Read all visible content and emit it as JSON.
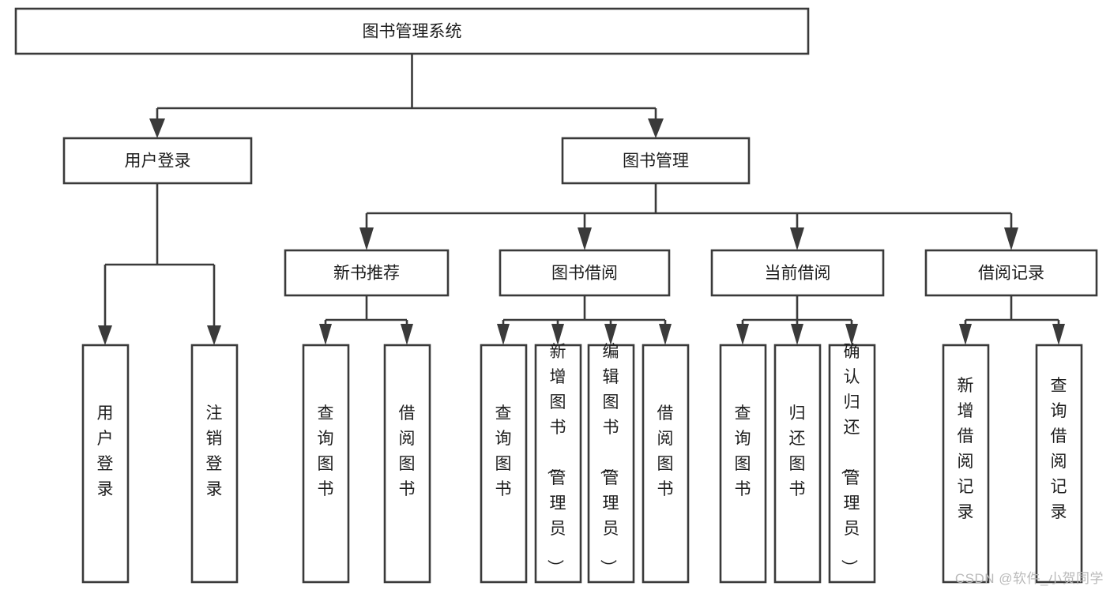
{
  "diagram": {
    "title": "图书管理系统",
    "type": "tree",
    "watermark": "CSDN @软件_小贺同学",
    "colors": {
      "stroke": "#3a3a3a",
      "box_fill": "#ffffff",
      "text": "#1d1d1d",
      "background": "#ffffff",
      "watermark": "#b9b9b9"
    },
    "root": {
      "label": "图书管理系统",
      "orientation": "horizontal"
    },
    "level2": [
      {
        "label": "用户登录",
        "orientation": "horizontal"
      },
      {
        "label": "图书管理",
        "orientation": "horizontal"
      }
    ],
    "level3": [
      {
        "label": "新书推荐",
        "orientation": "horizontal"
      },
      {
        "label": "图书借阅",
        "orientation": "horizontal"
      },
      {
        "label": "当前借阅",
        "orientation": "horizontal"
      },
      {
        "label": "借阅记录",
        "orientation": "horizontal"
      }
    ],
    "leaves": {
      "user_login": [
        {
          "label": "用户登录",
          "orientation": "vertical"
        },
        {
          "label": "注销登录",
          "orientation": "vertical"
        }
      ],
      "new_book_recommend": [
        {
          "label": "查询图书",
          "orientation": "vertical"
        },
        {
          "label": "借阅图书",
          "orientation": "vertical"
        }
      ],
      "book_borrow": [
        {
          "label": "查询图书",
          "orientation": "vertical"
        },
        {
          "label": "新增图书（管理员）",
          "orientation": "vertical"
        },
        {
          "label": "编辑图书（管理员）",
          "orientation": "vertical"
        },
        {
          "label": "借阅图书",
          "orientation": "vertical"
        }
      ],
      "current_borrow": [
        {
          "label": "查询图书",
          "orientation": "vertical"
        },
        {
          "label": "归还图书",
          "orientation": "vertical"
        },
        {
          "label": "确认归还（管理员）",
          "orientation": "vertical"
        }
      ],
      "borrow_record": [
        {
          "label": "新增借阅记录",
          "orientation": "vertical"
        },
        {
          "label": "查询借阅记录",
          "orientation": "vertical"
        }
      ]
    }
  }
}
